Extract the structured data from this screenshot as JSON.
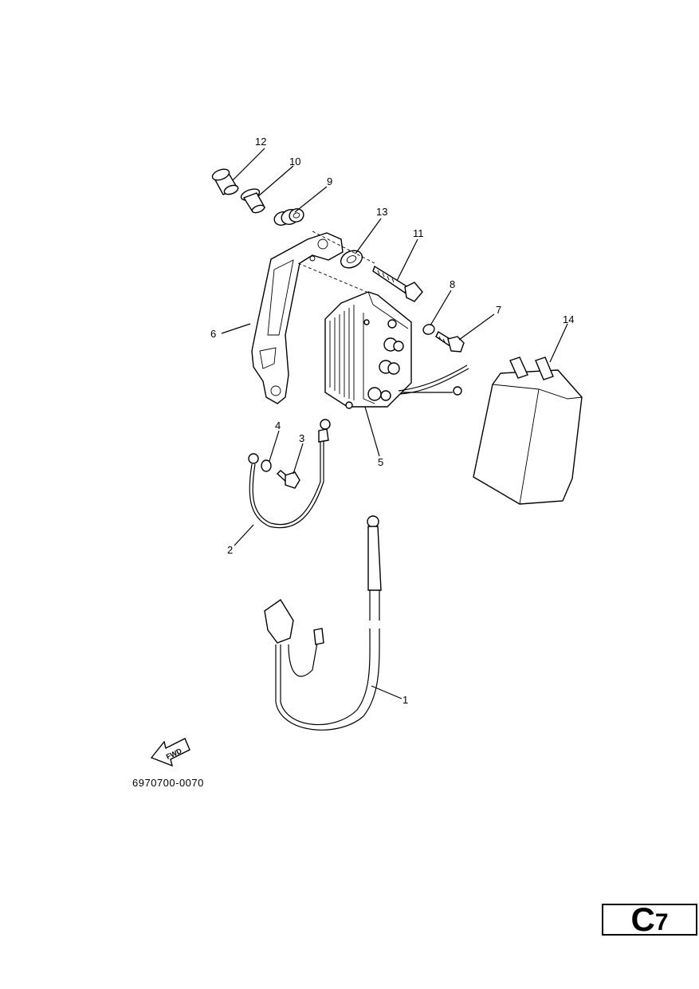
{
  "callouts": {
    "c1": "1",
    "c2": "2",
    "c3": "3",
    "c4": "4",
    "c5": "5",
    "c6": "6",
    "c7": "7",
    "c8": "8",
    "c9": "9",
    "c10": "10",
    "c11": "11",
    "c12": "12",
    "c13": "13",
    "c14": "14"
  },
  "fwd_label": "FWD",
  "drawing_code": "6970700-0070",
  "page_tab": {
    "letter": "C",
    "number": "7"
  }
}
